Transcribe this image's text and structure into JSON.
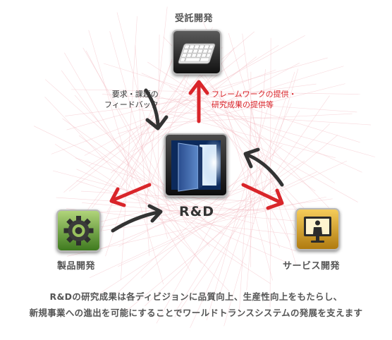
{
  "nodes": {
    "center": {
      "label": "R&D"
    },
    "top": {
      "label": "受託開発"
    },
    "left": {
      "label": "製品開発"
    },
    "right": {
      "label": "サービス開発"
    }
  },
  "annotations": {
    "feedback": [
      "要求・課題の",
      "フィードバック"
    ],
    "provision": [
      "フレームワークの提供・",
      "研究成果の提供等"
    ]
  },
  "caption": [
    "R&Dの研究成果は各ディビジョンに品質向上、生産性向上をもたらし、",
    "新規事業への進出を可能にすることでワールドトランスシステムの発展を支えます"
  ],
  "colors": {
    "accent_red": "#d9252a",
    "arrow_dark": "#333333",
    "text_gray": "#555555",
    "background_pattern": "#f2b8c0"
  },
  "icons": {
    "top": "keyboard-icon",
    "left": "gear-icon",
    "right": "presentation-screen-icon",
    "center": "door-icon"
  }
}
